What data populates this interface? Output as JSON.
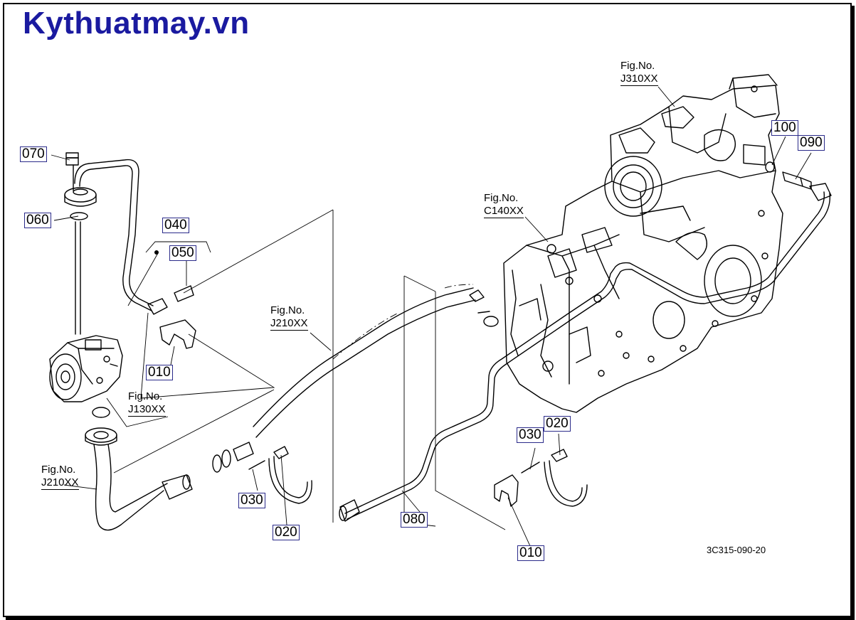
{
  "watermark": "Kythuatmay.vn",
  "drawing_code": "3C315-090-20",
  "callouts": {
    "c070": "070",
    "c060": "060",
    "c040": "040",
    "c050": "050",
    "c010a": "010",
    "c030a": "030",
    "c020a": "020",
    "c080": "080",
    "c010b": "010",
    "c030b": "030",
    "c020b": "020",
    "c100": "100",
    "c090": "090"
  },
  "fig_refs": {
    "f_j310": {
      "label": "Fig.No.",
      "ref": "J310XX"
    },
    "f_c140": {
      "label": "Fig.No.",
      "ref": "C140XX"
    },
    "f_j210_mid": {
      "label": "Fig.No.",
      "ref": "J210XX"
    },
    "f_j130": {
      "label": "Fig.No.",
      "ref": "J130XX"
    },
    "f_j210_left": {
      "label": "Fig.No.",
      "ref": "J210XX"
    }
  },
  "colors": {
    "callout_border": "#2b2b8a",
    "watermark": "#1a1aa0",
    "line": "#000000"
  }
}
